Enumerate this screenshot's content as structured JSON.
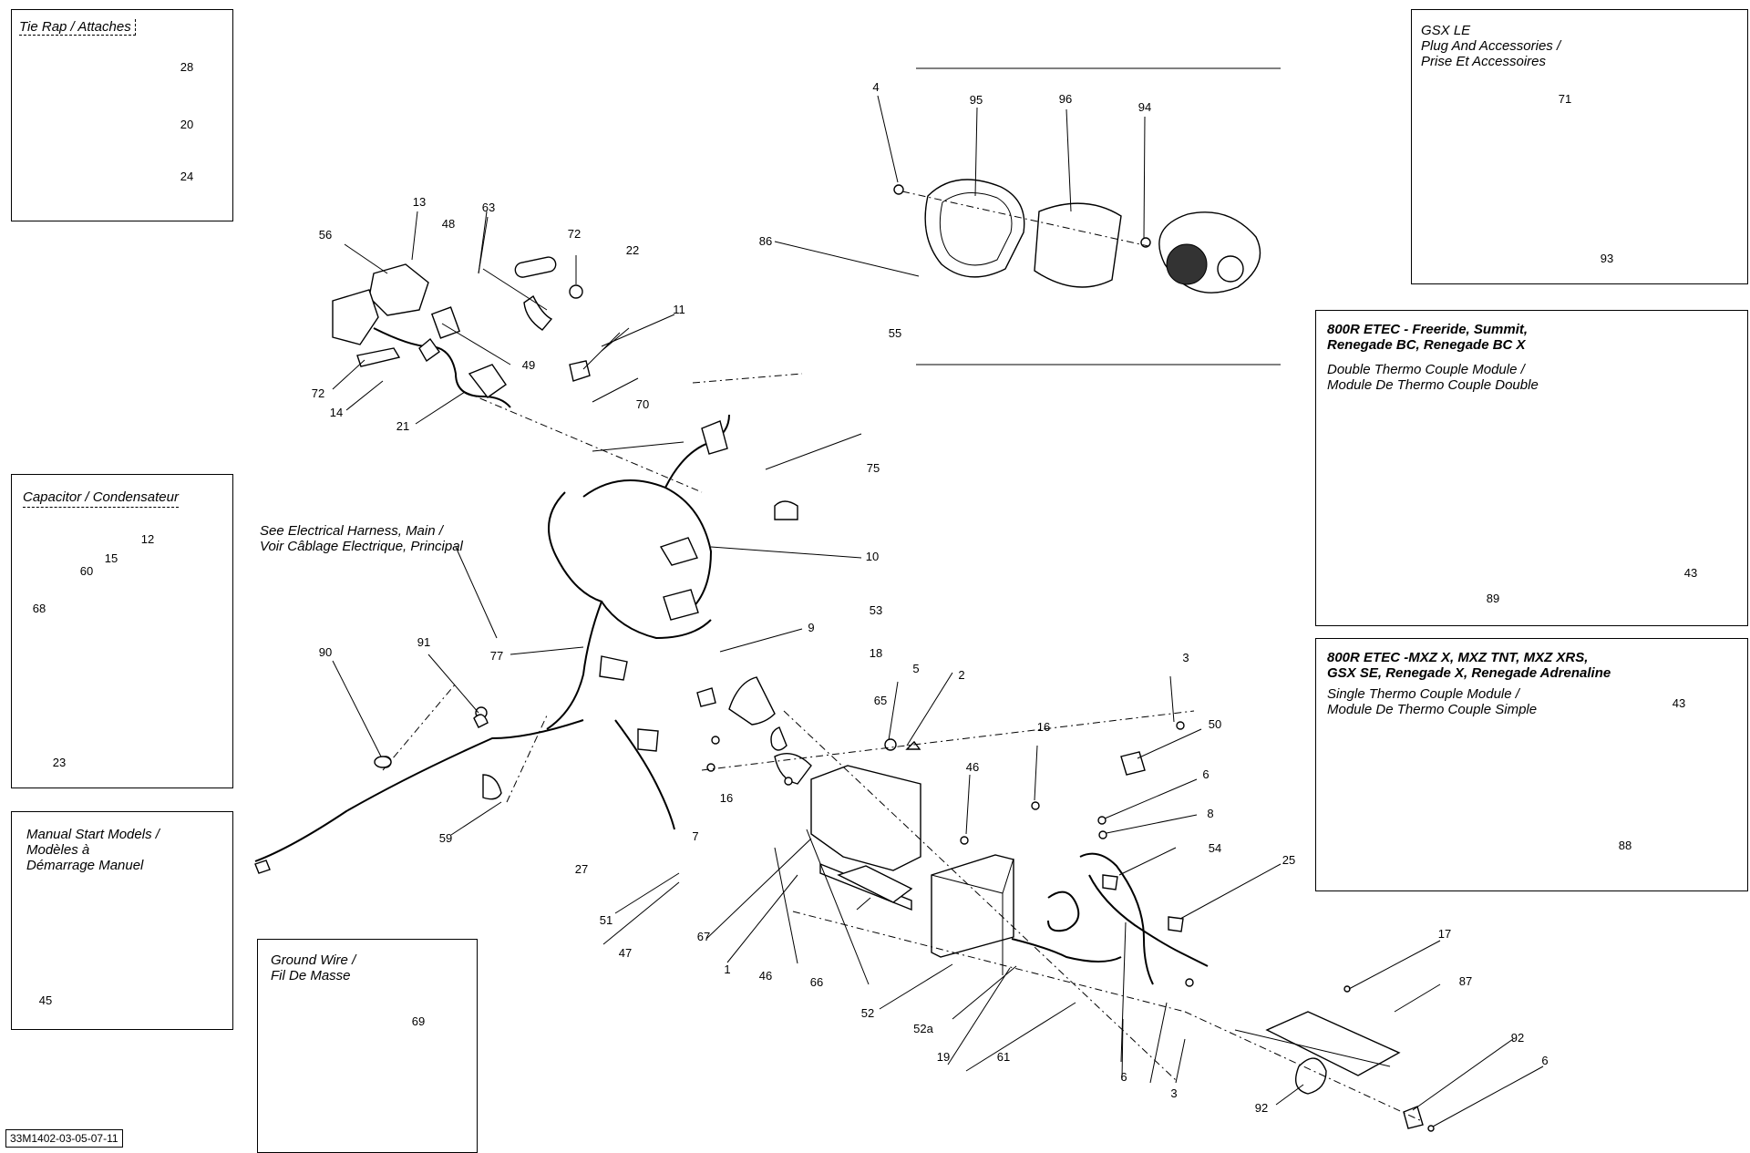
{
  "boxes": {
    "tie_rap": "Tie Rap / Attaches",
    "gsx_le": "GSX LE\nPlug And Accessories /\nPrise Et Accessoires",
    "double_tc_bold": "800R ETEC - Freeride, Summit,\nRenegade BC, Renegade BC X",
    "double_tc": "Double Thermo Couple Module /\nModule De Thermo Couple Double",
    "single_tc_bold": "800R ETEC -MXZ X, MXZ TNT, MXZ XRS,\nGSX SE, Renegade X, Renegade Adrenaline",
    "single_tc": "Single Thermo Couple Module /\nModule De Thermo Couple Simple",
    "capacitor": "Capacitor / Condensateur",
    "manual_start": "Manual Start Models /\nModèles à\nDémarrage Manuel",
    "ground_wire": "Ground Wire /\nFil De Masse"
  },
  "note_harness": "See Electrical Harness, Main /\nVoir Câblage Electrique, Principal",
  "reference": "33M1402-03-05-07-11",
  "callouts": {
    "c28": "28",
    "c20": "20",
    "c24": "24",
    "c13": "13",
    "c63": "63",
    "c56": "56",
    "c48": "48",
    "c72a": "72",
    "c22": "22",
    "c11": "11",
    "c49": "49",
    "c72b": "72",
    "c14": "14",
    "c21": "21",
    "c70": "70",
    "c4": "4",
    "c95": "95",
    "c96": "96",
    "c94": "94",
    "c86": "86",
    "c55": "55",
    "c71": "71",
    "c93": "93",
    "c89": "89",
    "c43a": "43",
    "c43b": "43",
    "c88": "88",
    "c12": "12",
    "c15": "15",
    "c60": "60",
    "c68": "68",
    "c23": "23",
    "c45": "45",
    "c75": "75",
    "c10": "10",
    "c9": "9",
    "c77": "77",
    "c90": "90",
    "c91": "91",
    "c53": "53",
    "c18": "18",
    "c65": "65",
    "c5": "5",
    "c2": "2",
    "c3a": "3",
    "c50": "50",
    "c16a": "16",
    "c46a": "46",
    "c16b": "16",
    "c59": "59",
    "c7": "7",
    "c6a": "6",
    "c8": "8",
    "c54": "54",
    "c25": "25",
    "c27": "27",
    "c51": "51",
    "c47": "47",
    "c67": "67",
    "c1": "1",
    "c46b": "46",
    "c66": "66",
    "c52": "52",
    "c52a": "52a",
    "c19": "19",
    "c61": "61",
    "c6b": "6",
    "c3b": "3",
    "c17": "17",
    "c87": "87",
    "c92a": "92",
    "c92b": "92",
    "c6c": "6",
    "c69": "69"
  }
}
